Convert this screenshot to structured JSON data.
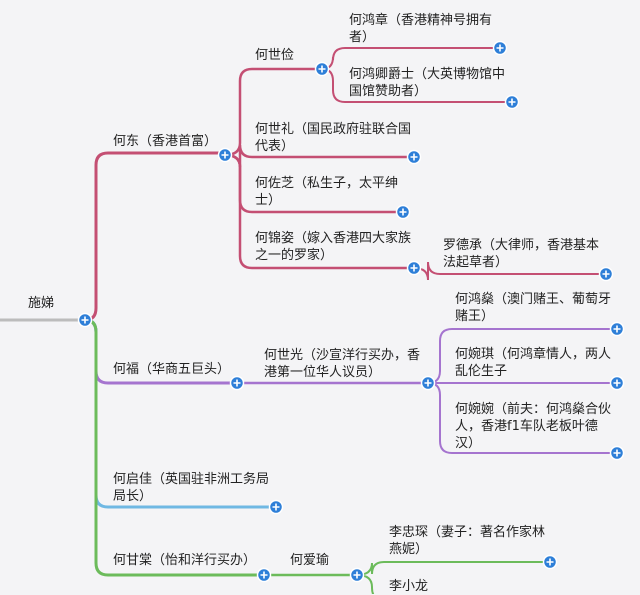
{
  "colors": {
    "root_line": "#bcbcbc",
    "pink": "#c44f73",
    "purple": "#a574cf",
    "blue": "#6fb8e3",
    "green": "#6cbb5b",
    "expand_button": "#2e7fd8"
  },
  "nodes": {
    "root": "施娣",
    "hedong": "何东（香港首富）",
    "heshijian": "何世俭",
    "hehongzhang": [
      "何鸿章（香港精神号拥有",
      "者）"
    ],
    "hehongqing": [
      "何鸿卿爵士（大英博物馆中",
      "国馆赞助者）"
    ],
    "heshili": [
      "何世礼（国民政府驻联合国",
      "代表）"
    ],
    "hezuozhi": [
      "何佐芝（私生子，太平绅",
      "士）"
    ],
    "hejinzi": [
      "何锦姿（嫁入香港四大家族",
      "之一的罗家）"
    ],
    "luodecheng": [
      "罗德承（大律师，香港基本",
      "法起草者）"
    ],
    "hefu": "何福（华商五巨头）",
    "heshiguang": [
      "何世光（沙宣洋行买办，香",
      "港第一位华人议员）"
    ],
    "hehongshen": [
      "何鸿燊（澳门赌王、葡萄牙",
      "赌王）"
    ],
    "hewanqi": [
      "何婉琪（何鸿章情人，两人",
      "乱伦生子"
    ],
    "hewanwan": [
      "何婉婉（前夫：何鸿燊合伙",
      "人，香港f1车队老板叶德",
      "汉）"
    ],
    "heqijia": [
      "何启佳（英国驻非洲工务局",
      "局长）"
    ],
    "hegantang": "何甘棠（怡和洋行买办）",
    "heaiyu": "何爱瑜",
    "lizhongchen": [
      "李忠琛（妻子：著名作家林",
      "燕妮）"
    ],
    "lixiaolong": "李小龙"
  }
}
